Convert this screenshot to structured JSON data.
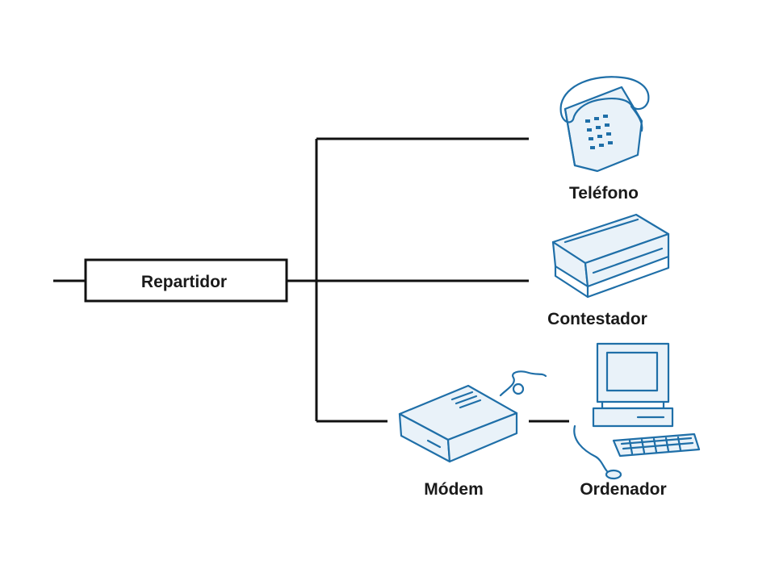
{
  "splitter": {
    "label": "Repartidor"
  },
  "devices": {
    "phone": {
      "label": "Teléfono",
      "icon": "telephone-icon"
    },
    "answering_machine": {
      "label": "Contestador",
      "icon": "answering-machine-icon"
    },
    "modem": {
      "label": "Módem",
      "icon": "modem-icon"
    },
    "computer": {
      "label": "Ordenador",
      "icon": "computer-icon"
    }
  },
  "colors": {
    "line": "#111111",
    "icon_ink": "#1f6fa8"
  }
}
